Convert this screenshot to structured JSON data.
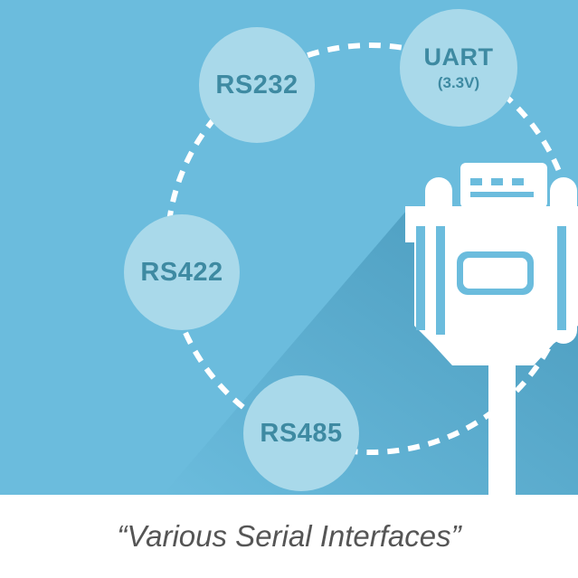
{
  "diagram": {
    "nodes": [
      {
        "id": "rs232",
        "label": "RS232"
      },
      {
        "id": "uart",
        "label": "UART",
        "sublabel": "(3.3V)"
      },
      {
        "id": "rs422",
        "label": "RS422"
      },
      {
        "id": "rs485",
        "label": "RS485"
      }
    ],
    "caption": "“Various Serial Interfaces”"
  },
  "colors": {
    "background": "#6bbcdd",
    "node_fill": "#a9d9ea",
    "node_text": "#3e8aa2",
    "connector": "#ffffff",
    "caption_text": "#555555"
  },
  "icons": [
    "serial-db9-connector-icon"
  ]
}
